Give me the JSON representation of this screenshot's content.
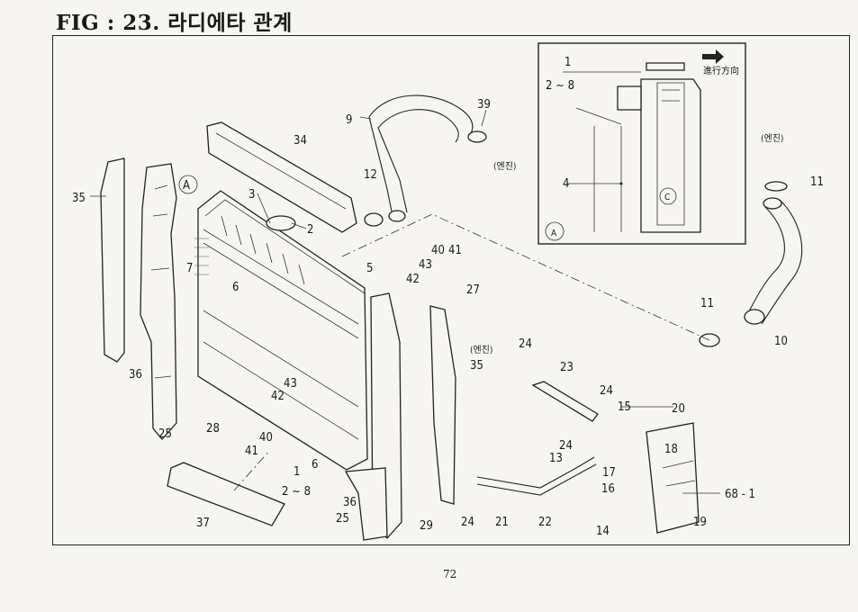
{
  "title": "FIG : 23. 라디에타 관계",
  "page_number": "72",
  "inset": {
    "direction_label": "進行方向",
    "top_ref": "1",
    "range_ref": "2 ~ 8",
    "part_ref": "4",
    "circle_c": "C",
    "circle_a": "A"
  },
  "callouts": {
    "p1": "1",
    "p1_range": "2 ~ 8",
    "p2": "2",
    "p3": "3",
    "p5": "5",
    "p6a": "6",
    "p6b": "6",
    "p7": "7",
    "p9": "9",
    "p10": "10",
    "p11a": "11",
    "p11b": "11",
    "p12": "12",
    "p13": "13",
    "p14": "14",
    "p15": "15",
    "p16": "16",
    "p17": "17",
    "p18": "18",
    "p19": "19",
    "p20": "20",
    "p21": "21",
    "p22": "22",
    "p23": "23",
    "p24a": "24",
    "p24b": "24",
    "p24c": "24",
    "p24d": "24",
    "p25a": "25",
    "p25b": "25",
    "p27": "27",
    "p28": "28",
    "p29": "29",
    "p34": "34",
    "p35a": "35",
    "p35b": "35",
    "p36a": "36",
    "p36b": "36",
    "p37": "37",
    "p39": "39",
    "p40a": "40",
    "p40b": "40",
    "p41a": "41",
    "p41b": "41",
    "p42a": "42",
    "p42b": "42",
    "p43a": "43",
    "p43b": "43",
    "p68": "68 - 1",
    "circle_a_main": "A"
  },
  "notes": {
    "engine1": "(엔진)",
    "engine2": "(엔진)",
    "engine3": "(엔진)"
  }
}
